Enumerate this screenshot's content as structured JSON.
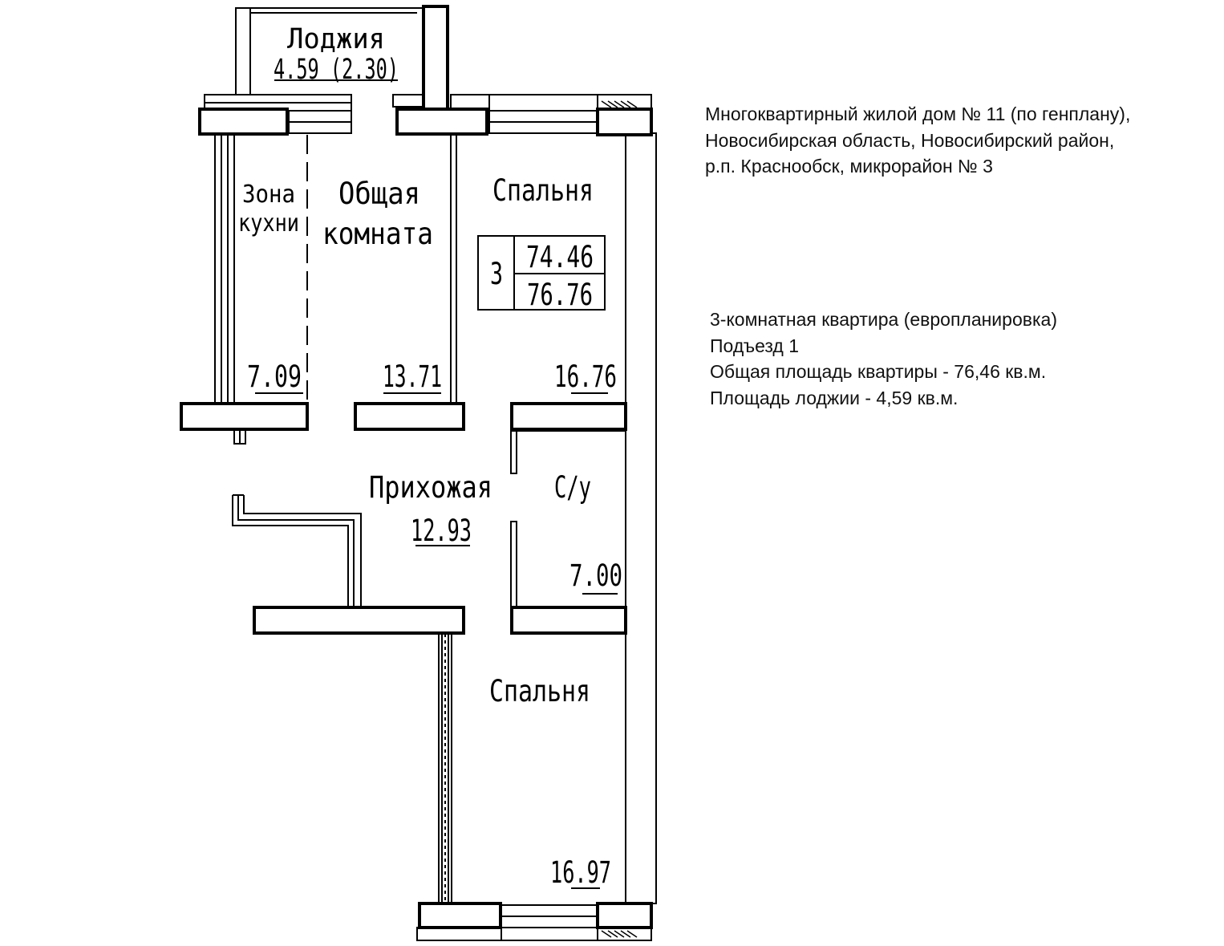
{
  "plan": {
    "rooms": [
      {
        "id": "loggia",
        "name": "Лоджия",
        "area": "4.59 (2.30)"
      },
      {
        "id": "kitchen",
        "name_line1": "Зона",
        "name_line2": "кухни",
        "area": "7.09"
      },
      {
        "id": "living",
        "name_line1": "Общая",
        "name_line2": "комната",
        "area": "13.71"
      },
      {
        "id": "bedroom1",
        "name": "Спальня",
        "area": "16.76"
      },
      {
        "id": "hall",
        "name": "Прихожая",
        "area": "12.93"
      },
      {
        "id": "bath",
        "name": "С/у",
        "area": "7.00"
      },
      {
        "id": "bedroom2",
        "name": "Спальня",
        "area": "16.97"
      }
    ],
    "stamp": {
      "rooms": "3",
      "living_area": "74.46",
      "total_area": "76.76"
    }
  },
  "info": {
    "address": [
      "Многоквартирный жилой  дом № 11 (по генплану),",
      "Новосибирская область, Новосибирский район,",
      "р.п. Краснообск, микрорайон № 3"
    ],
    "details": [
      "3-комнатная квартира (европланировка)",
      "Подъезд 1",
      "Общая площадь квартиры - 76,46 кв.м.",
      "Площадь лоджии - 4,59 кв.м."
    ]
  },
  "colors": {
    "line": "#000000",
    "background": "#ffffff"
  }
}
